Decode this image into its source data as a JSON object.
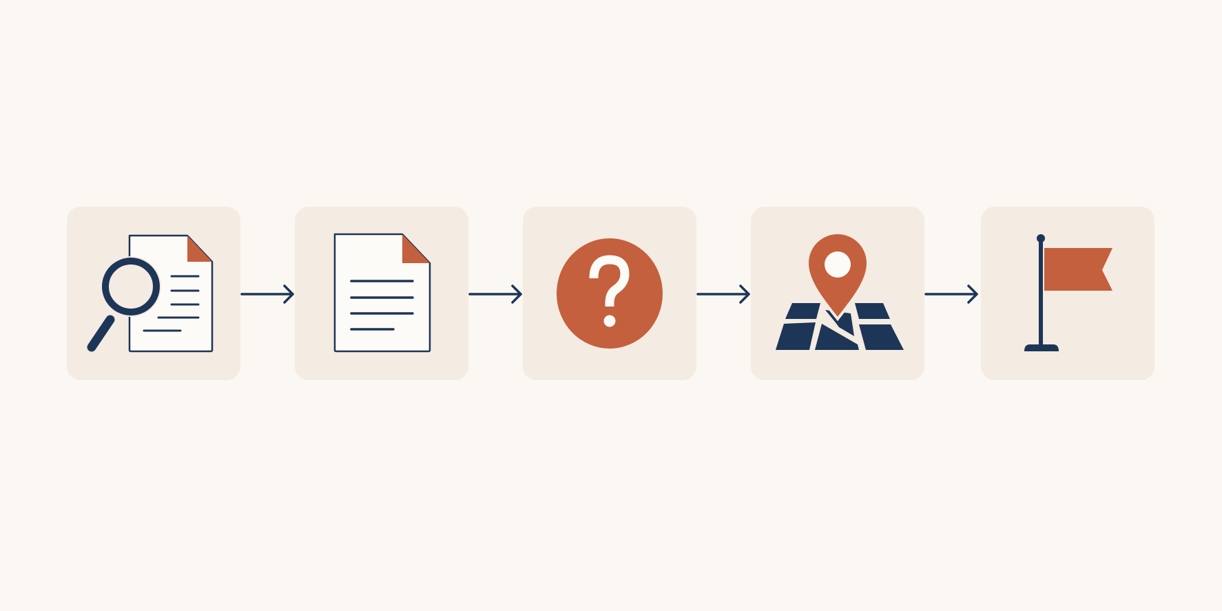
{
  "diagram": {
    "type": "process-flow",
    "direction": "left-to-right",
    "colors": {
      "background": "#fbf8f3",
      "tile": "#f4ebe2",
      "navy": "#1d3557",
      "accent": "#c4603d",
      "paper": "#fdfbf7"
    },
    "steps": [
      {
        "icon": "document-search-icon"
      },
      {
        "icon": "document-icon"
      },
      {
        "icon": "question-circle-icon"
      },
      {
        "icon": "map-pin-icon"
      },
      {
        "icon": "flag-icon"
      }
    ],
    "connectors": [
      {
        "from": 1,
        "to": 2,
        "icon": "arrow-right-icon"
      },
      {
        "from": 2,
        "to": 3,
        "icon": "arrow-right-icon"
      },
      {
        "from": 3,
        "to": 4,
        "icon": "arrow-right-icon"
      },
      {
        "from": 4,
        "to": 5,
        "icon": "arrow-right-icon"
      }
    ]
  }
}
